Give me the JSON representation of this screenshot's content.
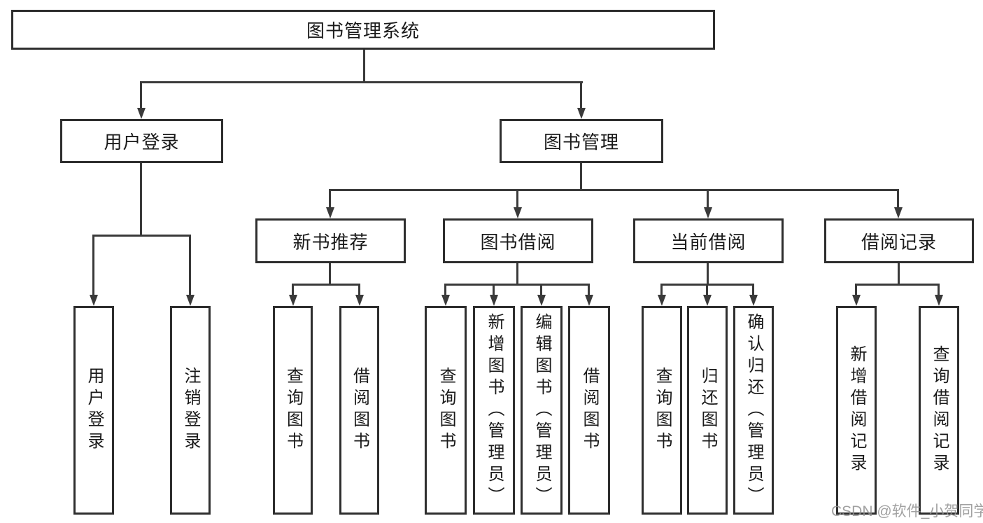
{
  "diagram": {
    "title": "图书管理系统",
    "watermark": "CSDN @软件_小贺同学",
    "colors": {
      "line": "#3a3a3a",
      "box_border": "#2e2e2e",
      "box_fill": "#ffffff",
      "text": "#1a1a1a",
      "watermark_gray": "#919191"
    },
    "nodes": {
      "root": {
        "label": "图书管理系统"
      },
      "user_login": {
        "label": "用户登录"
      },
      "book_mgmt": {
        "label": "图书管理"
      },
      "new_rec": {
        "label": "新书推荐"
      },
      "book_borrow": {
        "label": "图书借阅"
      },
      "cur_borrow": {
        "label": "当前借阅"
      },
      "records": {
        "label": "借阅记录"
      },
      "l_user_login": {
        "label": "用户登录"
      },
      "l_logout": {
        "label": "注销登录"
      },
      "l_nb_query": {
        "label": "查询图书"
      },
      "l_nb_borrow": {
        "label": "借阅图书"
      },
      "l_bb_query": {
        "label": "查询图书"
      },
      "l_bb_add": {
        "label": "新增图书（管理员）"
      },
      "l_bb_edit": {
        "label": "编辑图书（管理员）"
      },
      "l_bb_borrow": {
        "label": "借阅图书"
      },
      "l_cb_query": {
        "label": "查询图书"
      },
      "l_cb_return": {
        "label": "归还图书"
      },
      "l_cb_confirm": {
        "label": "确认归还（管理员）"
      },
      "l_br_add": {
        "label": "新增借阅记录"
      },
      "l_br_query": {
        "label": "查询借阅记录"
      }
    },
    "hierarchy": {
      "图书管理系统": [
        "用户登录",
        "图书管理"
      ],
      "用户登录": [
        "用户登录",
        "注销登录"
      ],
      "图书管理": [
        "新书推荐",
        "图书借阅",
        "当前借阅",
        "借阅记录"
      ],
      "新书推荐": [
        "查询图书",
        "借阅图书"
      ],
      "图书借阅": [
        "查询图书",
        "新增图书（管理员）",
        "编辑图书（管理员）",
        "借阅图书"
      ],
      "当前借阅": [
        "查询图书",
        "归还图书",
        "确认归还（管理员）"
      ],
      "借阅记录": [
        "新增借阅记录",
        "查询借阅记录"
      ]
    }
  }
}
